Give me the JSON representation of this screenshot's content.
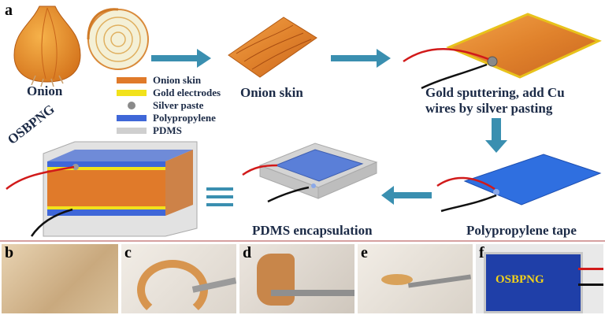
{
  "panel_letters": {
    "a": "a",
    "b": "b",
    "c": "c",
    "d": "d",
    "e": "e",
    "f": "f"
  },
  "stages": {
    "onion": "Onion",
    "onion_skin": "Onion skin",
    "gold_line1": "Gold sputtering, add Cu",
    "gold_line2": "wires by silver pasting",
    "polypropylene": "Polypropylene tape",
    "pdms": "PDMS encapsulation",
    "device": "OSBPNG"
  },
  "legend": [
    {
      "label": "Onion skin",
      "color": "#e07a2a"
    },
    {
      "label": "Gold electrodes",
      "color": "#f2e21b"
    },
    {
      "label": "Silver paste",
      "color": "#9a9a9a"
    },
    {
      "label": "Polypropylene",
      "color": "#3f67d8"
    },
    {
      "label": "PDMS",
      "color": "#cfcfcf"
    }
  ],
  "photo_f_label": "OSBPNG",
  "colors": {
    "arrow": "#3a8fb0",
    "label": "#1b2a46",
    "divider": "#d6a0a0"
  }
}
